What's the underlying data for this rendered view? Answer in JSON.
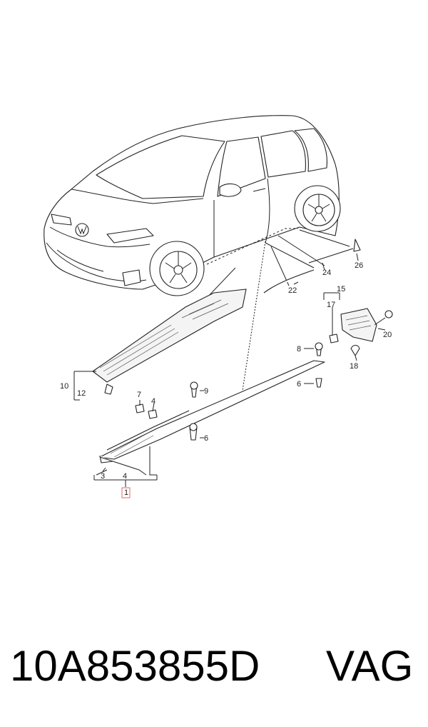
{
  "diagram": {
    "callouts": [
      "1",
      "3",
      "4",
      "4",
      "6",
      "6",
      "7",
      "8",
      "9",
      "10",
      "12",
      "15",
      "17",
      "18",
      "20",
      "22",
      "24",
      "26"
    ]
  },
  "footer": {
    "part_number": "10A853855D",
    "brand": "VAG"
  }
}
